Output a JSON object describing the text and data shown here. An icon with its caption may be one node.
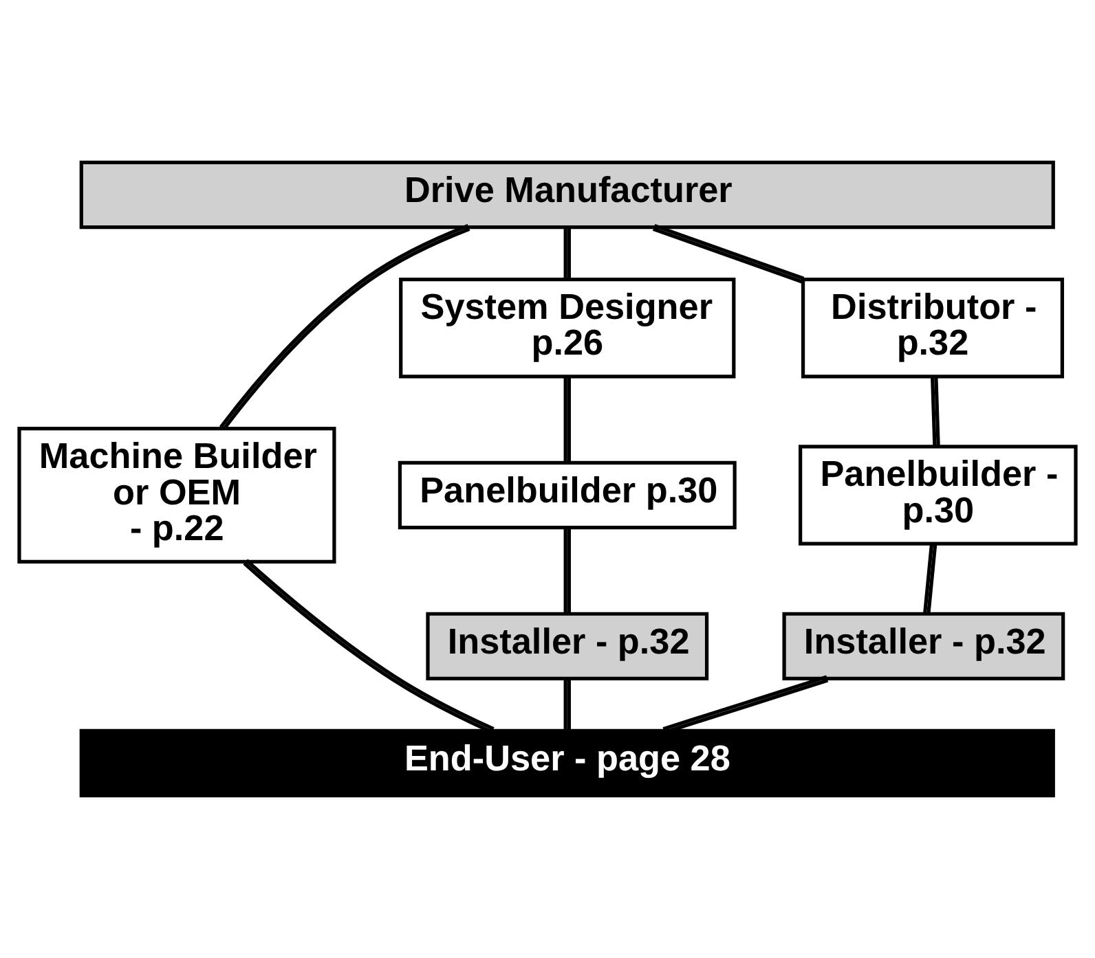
{
  "diagram": {
    "nodes": [
      {
        "text": [
          "Drive Manufacturer"
        ]
      },
      {
        "text": [
          "Machine Builder or OEM - p.22"
        ]
      },
      {
        "text": [
          "System Designer p.26"
        ]
      },
      {
        "text": [
          "Panelbuilder p.30"
        ]
      },
      {
        "text": [
          "Installer - p.32"
        ]
      },
      {
        "text": [
          "Distributor - p.32"
        ]
      },
      {
        "text": [
          "Panelbuilder - p.30"
        ]
      },
      {
        "text": [
          "Installer - p.32"
        ]
      },
      {
        "text": [
          "End-User - page 28"
        ]
      }
    ],
    "edges": [
      {
        "from": 0,
        "to": 1,
        "arrow": "none"
      },
      {
        "from": 1,
        "to": 8,
        "arrow": "none"
      },
      {
        "from": 0,
        "to": 2,
        "arrow": "none"
      },
      {
        "from": 2,
        "to": 3,
        "arrow": "none"
      },
      {
        "from": 3,
        "to": 4,
        "arrow": "none"
      },
      {
        "from": 4,
        "to": 8,
        "arrow": "none"
      },
      {
        "from": 0,
        "to": 5,
        "arrow": "none"
      },
      {
        "from": 5,
        "to": 6,
        "arrow": "none"
      },
      {
        "from": 6,
        "to": 7,
        "arrow": "none"
      },
      {
        "from": 7,
        "to": 8,
        "arrow": "none"
      }
    ]
  }
}
